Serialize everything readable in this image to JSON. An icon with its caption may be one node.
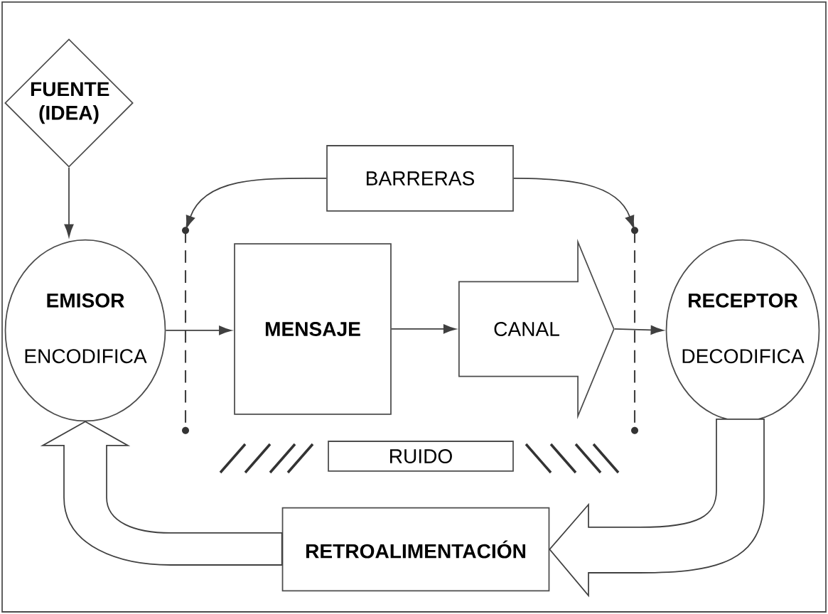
{
  "diagram": {
    "nodes": [
      {
        "text": [
          "FUENTE (IDEA)"
        ]
      },
      {
        "text": [
          "EMISOR",
          "ENCODIFICA"
        ]
      },
      {
        "text": [
          "MENSAJE"
        ]
      },
      {
        "text": [
          "CANAL"
        ]
      },
      {
        "text": [
          "RECEPTOR",
          "DECODIFICA"
        ]
      },
      {
        "text": [
          "BARRERAS"
        ]
      },
      {
        "text": [
          "RUIDO"
        ]
      },
      {
        "text": [
          "RETROALIMENTACIÓN"
        ]
      },
      {
        "text": [],
        "shape": "bar"
      },
      {
        "text": [],
        "shape": "bar"
      }
    ],
    "edges": [
      {
        "from": 0,
        "to": 1,
        "arrow": "to"
      },
      {
        "from": 1,
        "to": 2,
        "arrow": "to"
      },
      {
        "from": 2,
        "to": 3,
        "arrow": "to"
      },
      {
        "from": 3,
        "to": 4,
        "arrow": "to"
      },
      {
        "from": 5,
        "to": 8,
        "arrow": "to"
      },
      {
        "from": 5,
        "to": 9,
        "arrow": "to"
      },
      {
        "from": 4,
        "to": 7,
        "arrow": "to",
        "style": "thick"
      },
      {
        "from": 7,
        "to": 1,
        "arrow": "to",
        "style": "thick"
      }
    ]
  }
}
